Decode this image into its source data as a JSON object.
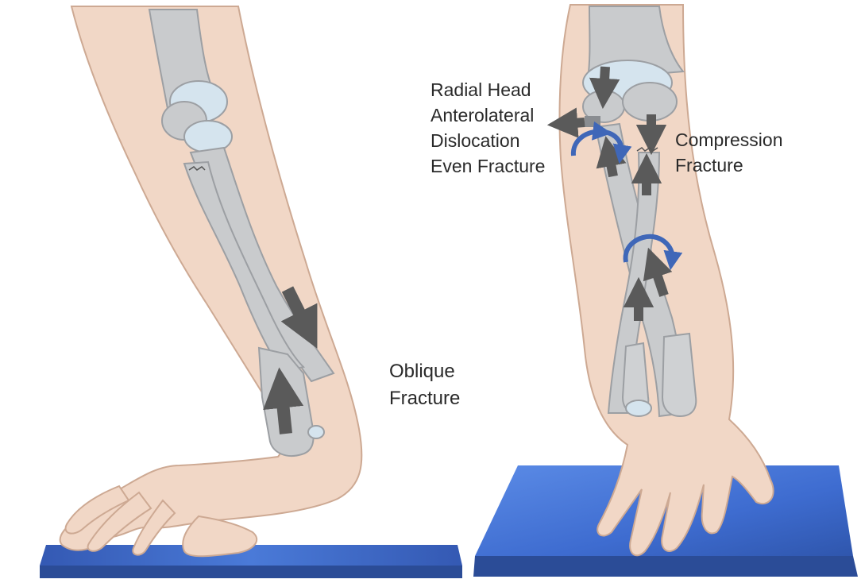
{
  "colors": {
    "skin": "#f1d7c6",
    "skin_outline": "#cda993",
    "bone": "#c9cbcd",
    "bone_dark": "#9c9fa3",
    "cartilage": "#d5e4ee",
    "force_arrow": "#5a5a5a",
    "rotation_arrow": "#3f67b8",
    "surface": "#3f6fd1",
    "surface_edge": "#2b4c97",
    "text": "#2a2a2a"
  },
  "icons": {
    "force": "dark-force-arrow-icon",
    "rotation": "blue-rotation-arrow-icon"
  },
  "labels": {
    "radial_head": [
      "Radial Head",
      "Anterolateral",
      "Dislocation",
      "Even Fracture"
    ],
    "compression": [
      "Compression",
      "Fracture"
    ],
    "oblique": [
      "Oblique",
      "Fracture"
    ]
  }
}
